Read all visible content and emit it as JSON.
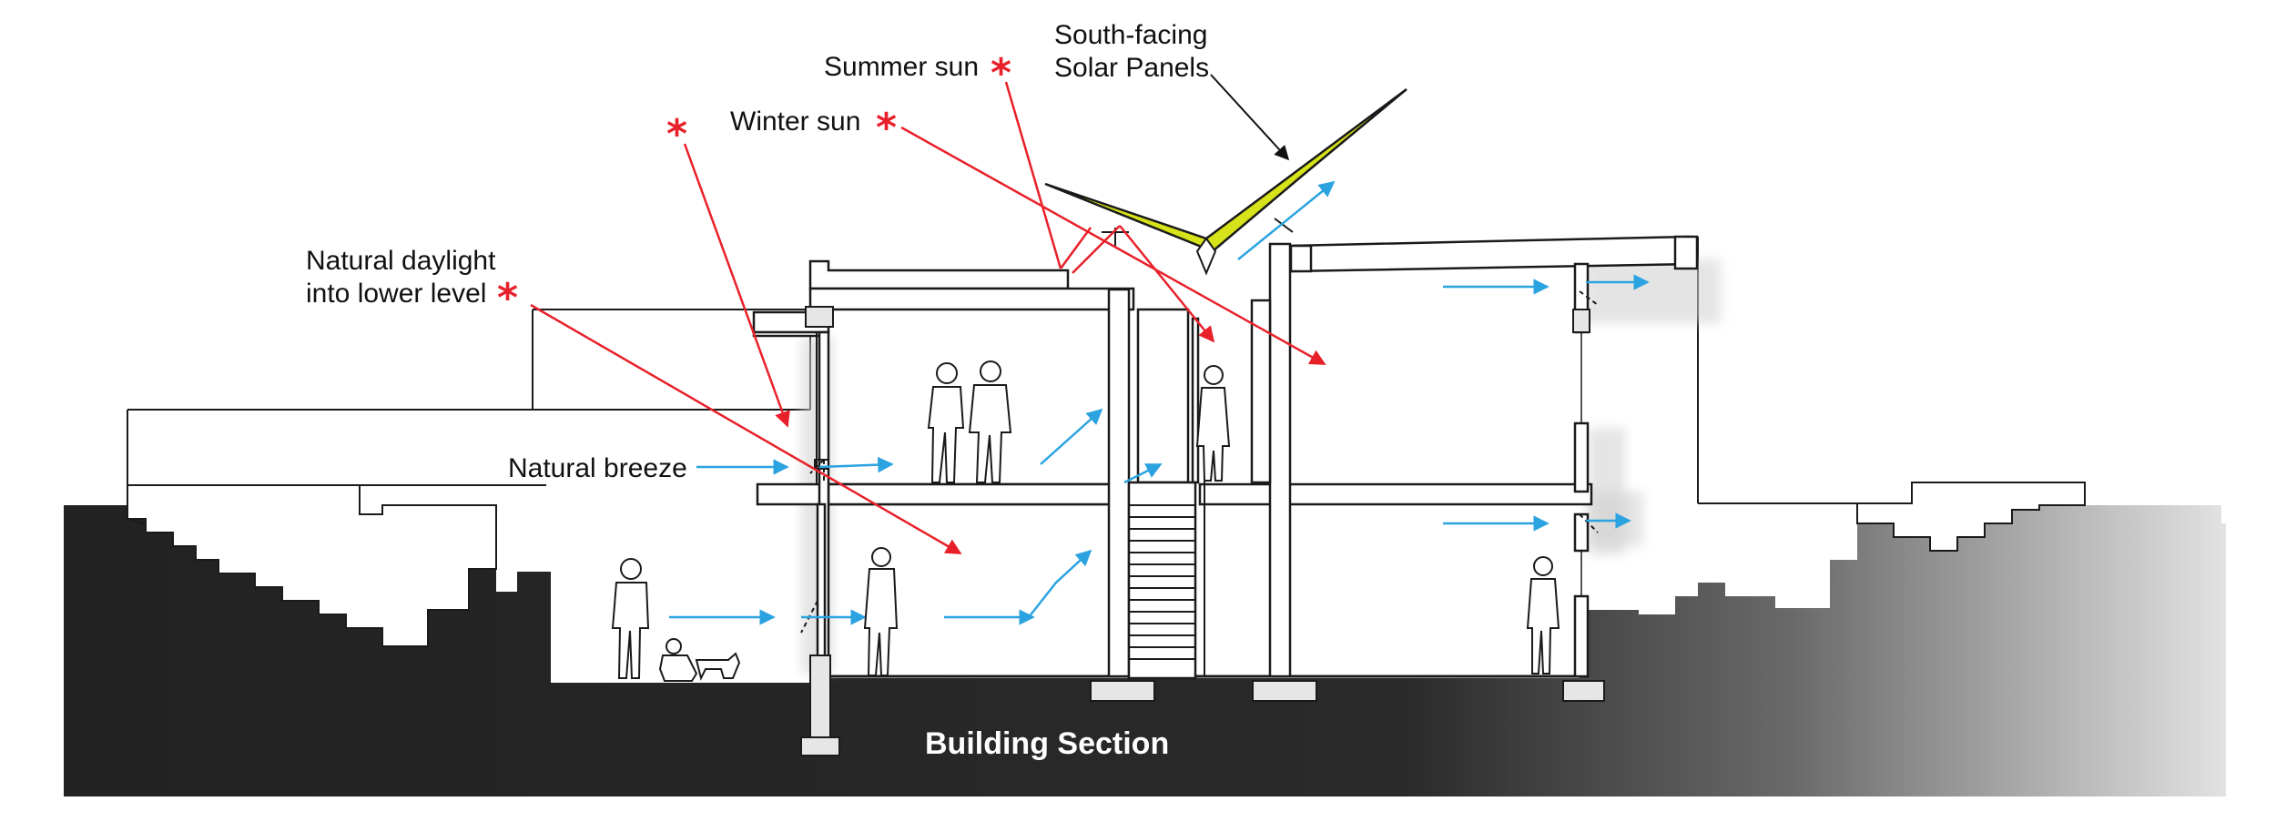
{
  "labels": {
    "solar_line1": "South-facing",
    "solar_line2": "Solar Panels",
    "summer_sun": "Summer sun",
    "winter_sun": "Winter sun",
    "daylight_line1": "Natural daylight",
    "daylight_line2": "into lower level",
    "natural_breeze": "Natural breeze",
    "building_section": "Building Section"
  },
  "colors": {
    "sun_ray": "#e8202a",
    "breeze": "#2aa3e0",
    "solar_panel": "#d6e21a",
    "ground_dark": "#2a2a2a",
    "ground_light": "#e6e6e6"
  },
  "icons": {
    "sun_marker": "red-asterisk",
    "breeze_arrow": "blue-arrow",
    "leader_arrow": "black-arrow"
  }
}
